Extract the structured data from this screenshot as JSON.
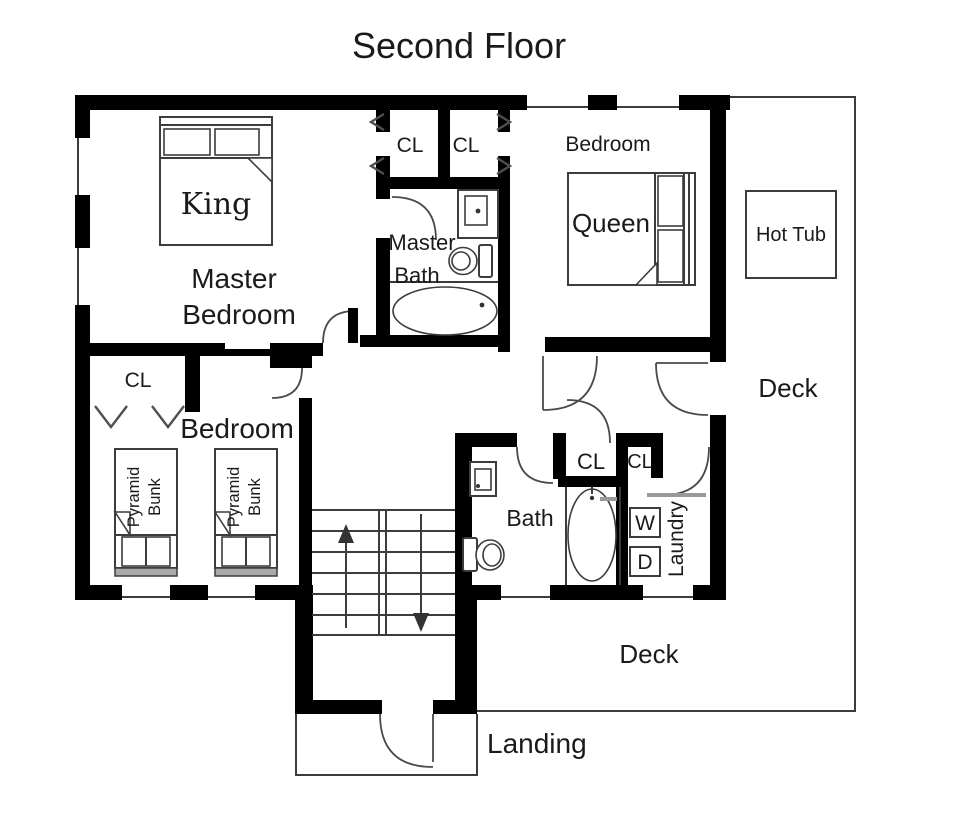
{
  "title": "Second Floor",
  "rooms": {
    "master_bedroom_line1": "Master",
    "master_bedroom_line2": "Bedroom",
    "bedroom_queen": "Bedroom",
    "bedroom_bunks": "Bedroom",
    "master_bath_line1": "Master",
    "master_bath_line2": "Bath",
    "bath": "Bath",
    "laundry": "Laundry",
    "landing": "Landing",
    "deck_right": "Deck",
    "deck_bottom": "Deck"
  },
  "closets": {
    "cl_top_left": "CL",
    "cl_top_right": "CL",
    "cl_master_hall": "CL",
    "cl_tub": "CL",
    "cl_laundry": "CL"
  },
  "furniture": {
    "king_bed": "King",
    "queen_bed": "Queen",
    "bunk_line1": "Pyramid",
    "bunk_line2": "Bunk",
    "hot_tub": "Hot Tub",
    "washer": "W",
    "dryer": "D"
  },
  "colors": {
    "wall": "#000000",
    "thin_line": "#3c3c3c",
    "shelf_gray": "#999999",
    "text": "#1a1a1a",
    "background": "#ffffff"
  }
}
